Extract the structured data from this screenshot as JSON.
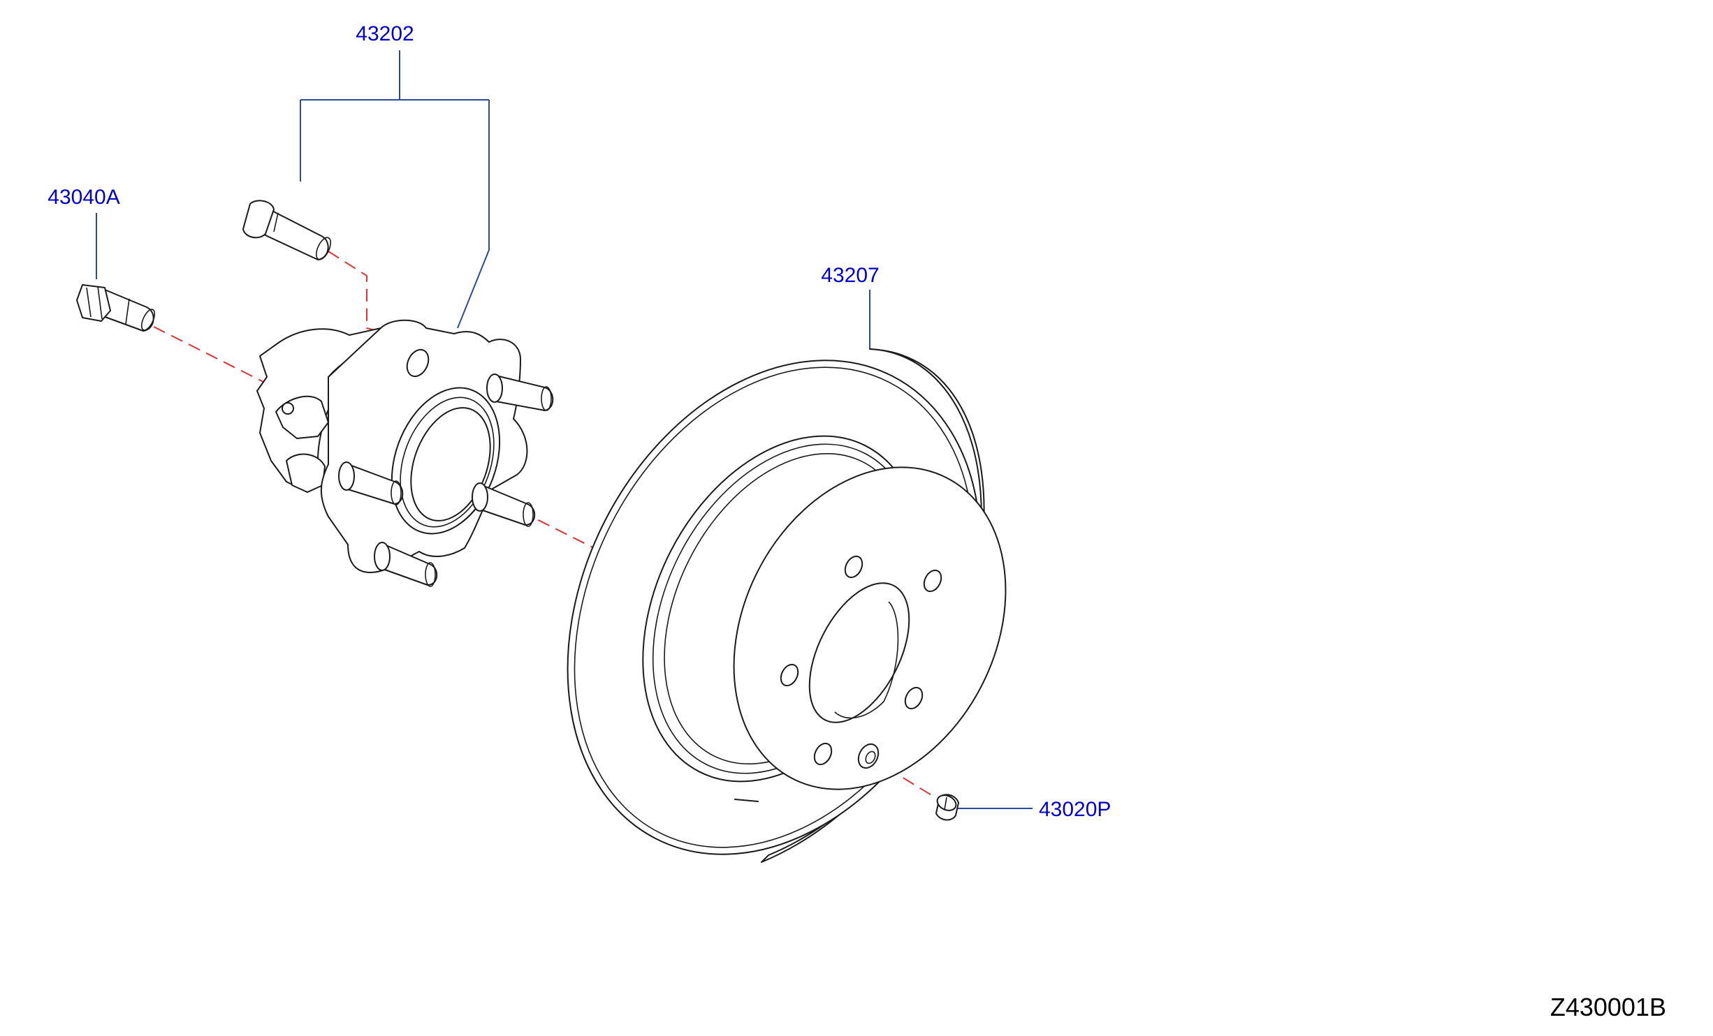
{
  "labels": {
    "hub_assembly": "43202",
    "hub_bolt": "43040A",
    "rotor": "43207",
    "rotor_screw": "43020P"
  },
  "diagram_code": "Z430001B",
  "colors": {
    "label_text": "#0000cc",
    "leader_line": "#2a4a9a",
    "centerline": "#e03030",
    "part_outline": "#1a1a1a"
  }
}
